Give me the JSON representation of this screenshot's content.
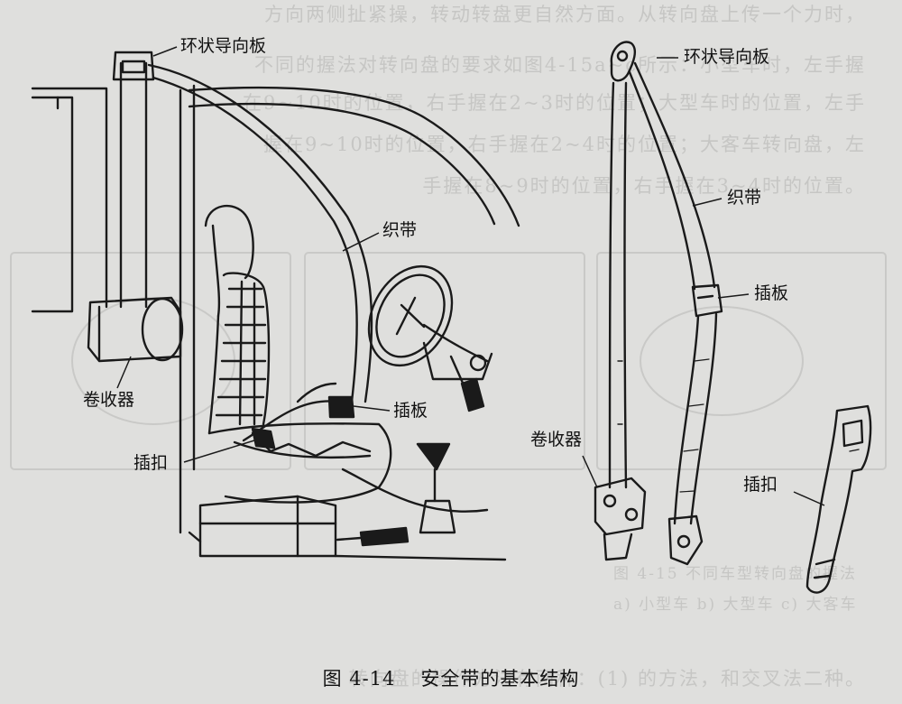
{
  "figure": {
    "number": "图 4-14",
    "title": "安全带的基本结构"
  },
  "left_diagram": {
    "labels": {
      "ring_guide": "环状导向板",
      "webbing": "织带",
      "retractor": "卷收器",
      "tongue": "插板",
      "buckle": "插扣"
    }
  },
  "right_diagram": {
    "labels": {
      "ring_guide": "环状导向板",
      "webbing": "织带",
      "tongue": "插板",
      "retractor": "卷收器",
      "buckle": "插扣"
    }
  },
  "bleed_through": {
    "lines": [
      "方向两侧扯紧操，转动转盘更自然方面。从转向盘上传一个力时，",
      "不同的握法对转向盘的要求如图4-15a~c所示：小型车时，左手握",
      "在9~10时的位置，右手握在2~3时的位置；大型车时的位置，左手",
      "握在9~10时的位置，右手握在2~4时的位置；大客车转向盘，左",
      "手握在8~9时的位置，右手握在3~4时的位置。"
    ],
    "figure_caption": "图 4-15   不同车型转向盘的握法",
    "figure_subcaption": "a) 小型车   b) 大型车   c) 大客车",
    "bottom_line": "转向盘的操作方法有两种：(1) 的方法，和交叉法二种。"
  }
}
